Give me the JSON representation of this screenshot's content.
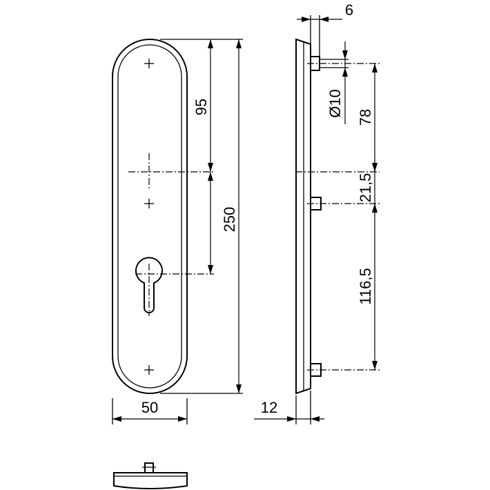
{
  "dimensions": {
    "width_plate": "50",
    "height_total": "250",
    "spacing_upper": "95",
    "side_thickness": "12",
    "stud_offset": "6",
    "stud_diameter": "Ø10",
    "side_upper": "78",
    "side_middle": "21,5",
    "side_lower": "116,5"
  }
}
